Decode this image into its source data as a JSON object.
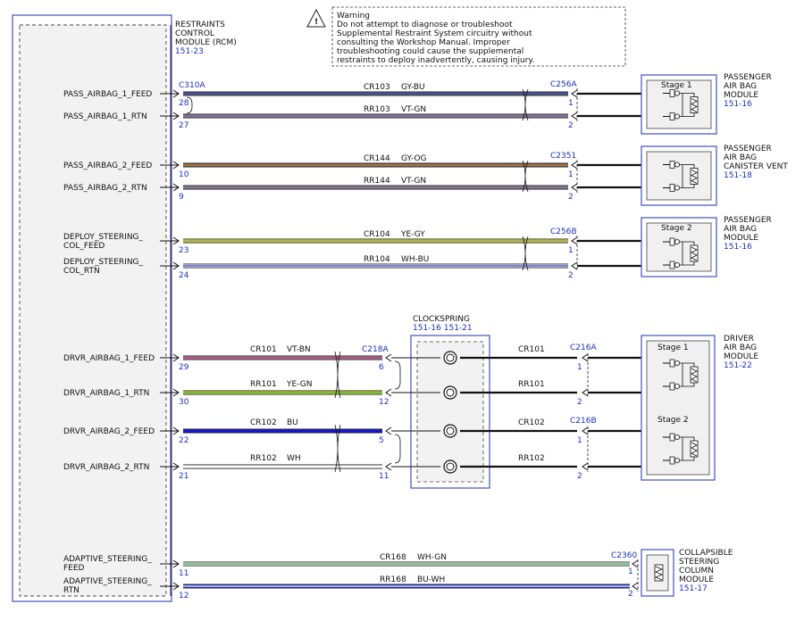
{
  "warning": {
    "title": "Warning",
    "lines": [
      "Do not attempt to diagnose or troubleshoot",
      "Supplemental Restraint System circuitry without",
      "consulting the Workshop Manual. Improper",
      "troubleshooting could cause the supplemental",
      "restraints to deploy inadvertently, causing injury."
    ]
  },
  "rcm": {
    "name_lines": [
      "RESTRAINTS",
      "CONTROL",
      "MODULE (RCM)"
    ],
    "ref": "151-23",
    "connectors": [
      "C310A"
    ]
  },
  "signals": [
    {
      "id": "pass1feed",
      "lines": [
        "PASS_AIRBAG_1_FEED"
      ],
      "pin": "28"
    },
    {
      "id": "pass1rtn",
      "lines": [
        "PASS_AIRBAG_1_RTN"
      ],
      "pin": "27"
    },
    {
      "id": "pass2feed",
      "lines": [
        "PASS_AIRBAG_2_FEED"
      ],
      "pin": "10"
    },
    {
      "id": "pass2rtn",
      "lines": [
        "PASS_AIRBAG_2_RTN"
      ],
      "pin": "9"
    },
    {
      "id": "deployfeed",
      "lines": [
        "DEPLOY_STEERING_",
        "COL_FEED"
      ],
      "pin": "23"
    },
    {
      "id": "deployrtn",
      "lines": [
        "DEPLOY_STEERING_",
        "COL_RTN"
      ],
      "pin": "24"
    },
    {
      "id": "drv1feed",
      "lines": [
        "DRVR_AIRBAG_1_FEED"
      ],
      "pin": "29"
    },
    {
      "id": "drv1rtn",
      "lines": [
        "DRVR_AIRBAG_1_RTN"
      ],
      "pin": "30"
    },
    {
      "id": "drv2feed",
      "lines": [
        "DRVR_AIRBAG_2_FEED"
      ],
      "pin": "22"
    },
    {
      "id": "drv2rtn",
      "lines": [
        "DRVR_AIRBAG_2_RTN"
      ],
      "pin": "21"
    },
    {
      "id": "adaptfeed",
      "lines": [
        "ADAPTIVE_STEERING_",
        "FEED"
      ],
      "pin": "11"
    },
    {
      "id": "adaptrtn",
      "lines": [
        "ADAPTIVE_STEERING_",
        "RTN"
      ],
      "pin": "12"
    }
  ],
  "wires": [
    {
      "circuit": "CR103",
      "color": "GY-BU",
      "colors": [
        "#6e6e6e",
        "#1e35d6"
      ]
    },
    {
      "circuit": "RR103",
      "color": "VT-GN",
      "colors": [
        "#c060c8",
        "#2aa34a"
      ]
    },
    {
      "circuit": "CR144",
      "color": "GY-OG",
      "colors": [
        "#7a6a58",
        "#c77a2e"
      ]
    },
    {
      "circuit": "RR144",
      "color": "VT-GN",
      "colors": [
        "#c060c8",
        "#2aa34a"
      ]
    },
    {
      "circuit": "CR104",
      "color": "YE-GY",
      "colors": [
        "#e8e62a",
        "#8a8a8a"
      ]
    },
    {
      "circuit": "RR104",
      "color": "WH-BU",
      "colors": [
        "#ffffff",
        "#1e35d6"
      ]
    },
    {
      "circuit": "CR101",
      "color": "VT-BN",
      "colors": [
        "#d070d0",
        "#8a5a2a"
      ]
    },
    {
      "circuit": "RR101",
      "color": "YE-GN",
      "colors": [
        "#e8e62a",
        "#2aa34a"
      ]
    },
    {
      "circuit": "CR102",
      "color": "BU",
      "colors": [
        "#1717d6",
        "#1717d6"
      ]
    },
    {
      "circuit": "RR102",
      "color": "WH",
      "colors": [
        "#ffffff",
        "#ffffff"
      ]
    },
    {
      "circuit": "CR168",
      "color": "WH-GN",
      "colors": [
        "#ffffff",
        "#2aa34a"
      ]
    },
    {
      "circuit": "RR168",
      "color": "BU-WH",
      "colors": [
        "#1e35d6",
        "#ffffff"
      ]
    }
  ],
  "connectors": {
    "pass1": "C256A",
    "pass2": "C2351",
    "deploy": "C256B",
    "cs_in": "C218A",
    "drv1": "C216A",
    "drv2": "C216B",
    "adapt": "C2360"
  },
  "pins": {
    "one": "1",
    "two": "2",
    "cs_in": [
      "6",
      "12",
      "5",
      "11"
    ],
    "drv_out": [
      "1",
      "2",
      "1",
      "2"
    ]
  },
  "clockspring": {
    "name": "CLOCKSPRING",
    "refs": "151-16  151-21"
  },
  "devices": [
    {
      "id": "pass1",
      "lines": [
        "PASSENGER",
        "AIR BAG",
        "MODULE"
      ],
      "ref": "151-16",
      "stage": "Stage 1"
    },
    {
      "id": "pass2",
      "lines": [
        "PASSENGER",
        "AIR BAG",
        "CANISTER VENT"
      ],
      "ref": "151-18",
      "stage": ""
    },
    {
      "id": "deploy",
      "lines": [
        "PASSENGER",
        "AIR BAG",
        "MODULE"
      ],
      "ref": "151-16",
      "stage": "Stage 2"
    },
    {
      "id": "driver",
      "lines": [
        "DRIVER",
        "AIR BAG",
        "MODULE"
      ],
      "ref": "151-22",
      "stage": "Stage 1",
      "stage2": "Stage 2"
    },
    {
      "id": "adapt",
      "lines": [
        "COLLAPSIBLE",
        "STEERING",
        "COLUMN",
        "MODULE"
      ],
      "ref": "151-17",
      "stage": ""
    }
  ],
  "colors": {
    "ref": "#1b2fc2",
    "frame": "#4050c0",
    "wire": "#111111"
  }
}
